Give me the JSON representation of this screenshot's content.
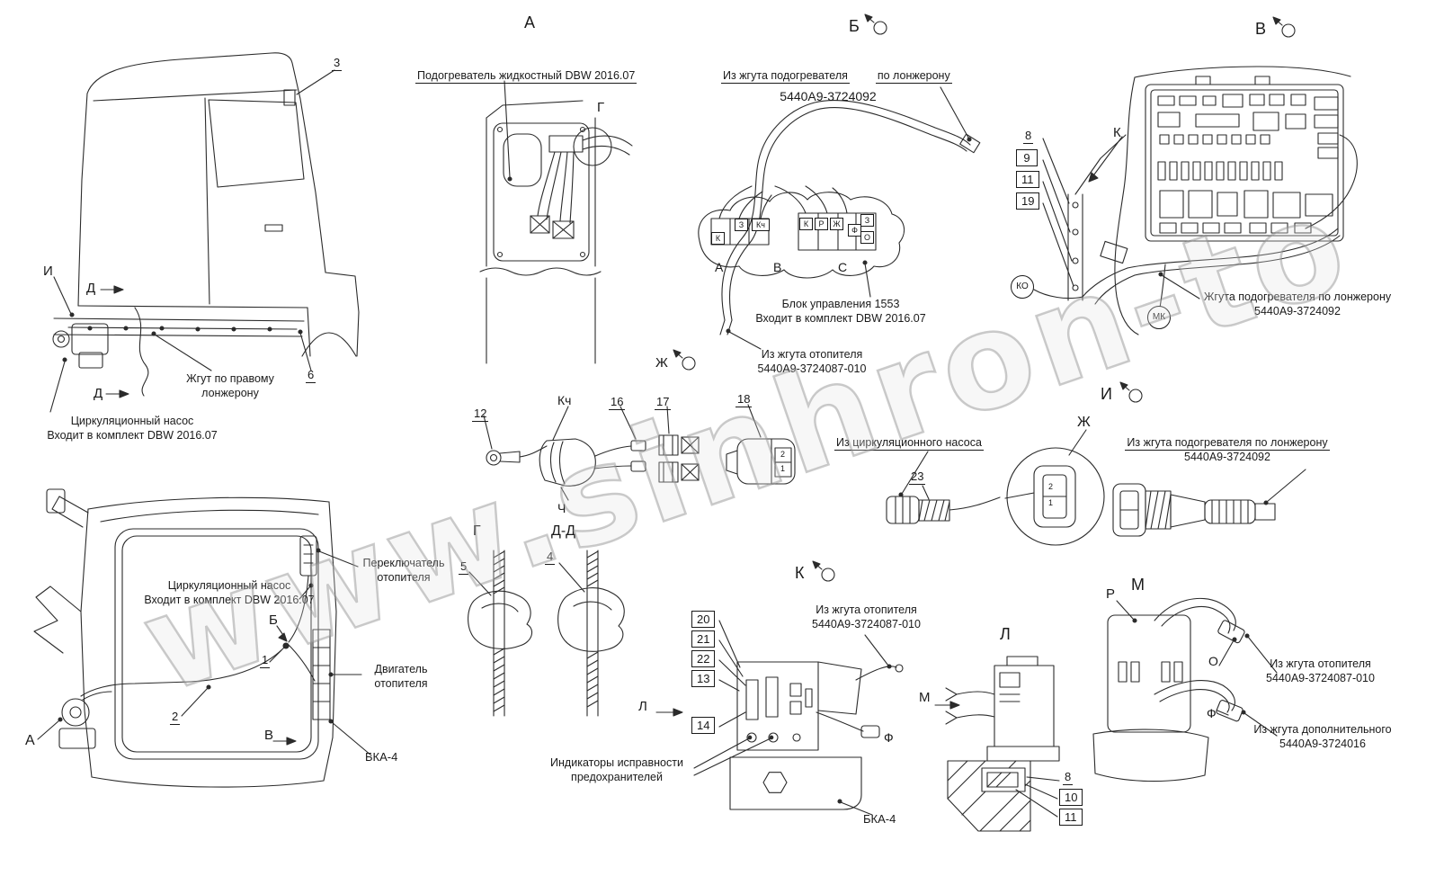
{
  "watermark": "www.sinhron-to",
  "cab_side": {
    "callout_3": "3",
    "marker_i": "И",
    "marker_d_top": "Д",
    "marker_d_bottom": "Д",
    "callout_6": "6",
    "harness_note": {
      "line1": "Жгут по правому",
      "line2": "лонжерону"
    },
    "pump_note": {
      "line1": "Циркуляционный насос",
      "line2": "Входит в комплект DBW 2016.07"
    }
  },
  "view_a": {
    "title": "А",
    "heater_note": "Подогреватель жидкостный DBW 2016.07",
    "marker_g": "Г"
  },
  "view_b": {
    "title": "Б",
    "harness_note": {
      "part1": "Из жгута подогревателя",
      "part2": "по лонжерону",
      "number": "5440А9-3724092"
    },
    "pins_block1": {
      "k": "К",
      "z": "З",
      "kch": "Кч"
    },
    "pins_block2": {
      "k": "К",
      "r": "Р",
      "zh": "Ж",
      "f": "Ф",
      "z": "З",
      "o": "О"
    },
    "connector_a": "А",
    "connector_b": "В",
    "connector_c": "С",
    "control_unit_note": {
      "line1": "Блок управления 1553",
      "line2": "Входит в комплект DBW 2016.07"
    },
    "marker_zh": "Ж",
    "heater_wire_note": {
      "line1": "Из жгута отопителя",
      "line2": "5440А9-3724087-010"
    }
  },
  "view_v": {
    "title": "В",
    "callout_8": "8",
    "callout_9": "9",
    "callout_11": "11",
    "callout_19": "19",
    "marker_k": "К",
    "circle_ko": "КО",
    "circle_mk": "МК",
    "harness_note": {
      "line1": "Жгута подогревателя по лонжерону",
      "line2": "5440А9-3724092"
    }
  },
  "connectors_row": {
    "callout_12": "12",
    "marker_kch": "Кч",
    "callout_16": "16",
    "callout_17": "17",
    "callout_18": "18",
    "marker_ch": "Ч",
    "pin_2": "2",
    "pin_1": "1"
  },
  "view_i": {
    "title": "И",
    "pump_wire_note": "Из циркуляционного насоса",
    "callout_23": "23",
    "marker_zh": "Ж",
    "pin_2": "2",
    "pin_1": "1",
    "harness_note": {
      "line1": "Из жгута подогревателя по лонжерону",
      "line2": "5440А9-3724092"
    }
  },
  "cab_rear": {
    "pump_note": {
      "line1": "Циркуляционный насос",
      "line2": "Входит в комплект DBW 2016.07"
    },
    "switch_note": {
      "line1": "Переключатель",
      "line2": "отопителя"
    },
    "marker_b": "Б",
    "callout_1": "1",
    "callout_2": "2",
    "marker_a": "А",
    "marker_v": "В",
    "motor_note": {
      "line1": "Двигатель",
      "line2": "отопителя"
    },
    "bka_label": "БКА-4"
  },
  "section_g": {
    "title": "Г",
    "callout_5": "5"
  },
  "section_dd": {
    "title": "Д-Д",
    "callout_4": "4"
  },
  "view_k": {
    "title": "К",
    "callout_20": "20",
    "callout_21": "21",
    "callout_22": "22",
    "callout_13": "13",
    "callout_14": "14",
    "marker_l": "Л",
    "heater_wire_note": {
      "line1": "Из жгута отопителя",
      "line2": "5440А9-3724087-010"
    },
    "marker_f": "Ф",
    "indicators_note": {
      "line1": "Индикаторы исправности",
      "line2": "предохранителей"
    },
    "bka_label": "БКА-4"
  },
  "view_l": {
    "title": "Л",
    "marker_m": "М",
    "callout_8": "8",
    "callout_10": "10",
    "callout_11": "11"
  },
  "view_m": {
    "title": "М",
    "marker_r": "Р",
    "marker_o": "О",
    "marker_f": "Ф",
    "heater_wire_note": {
      "line1": "Из жгута отопителя",
      "line2": "5440А9-3724087-010"
    },
    "additional_wire_note": {
      "line1": "Из жгута дополнительного",
      "line2": "5440А9-3724016"
    }
  }
}
